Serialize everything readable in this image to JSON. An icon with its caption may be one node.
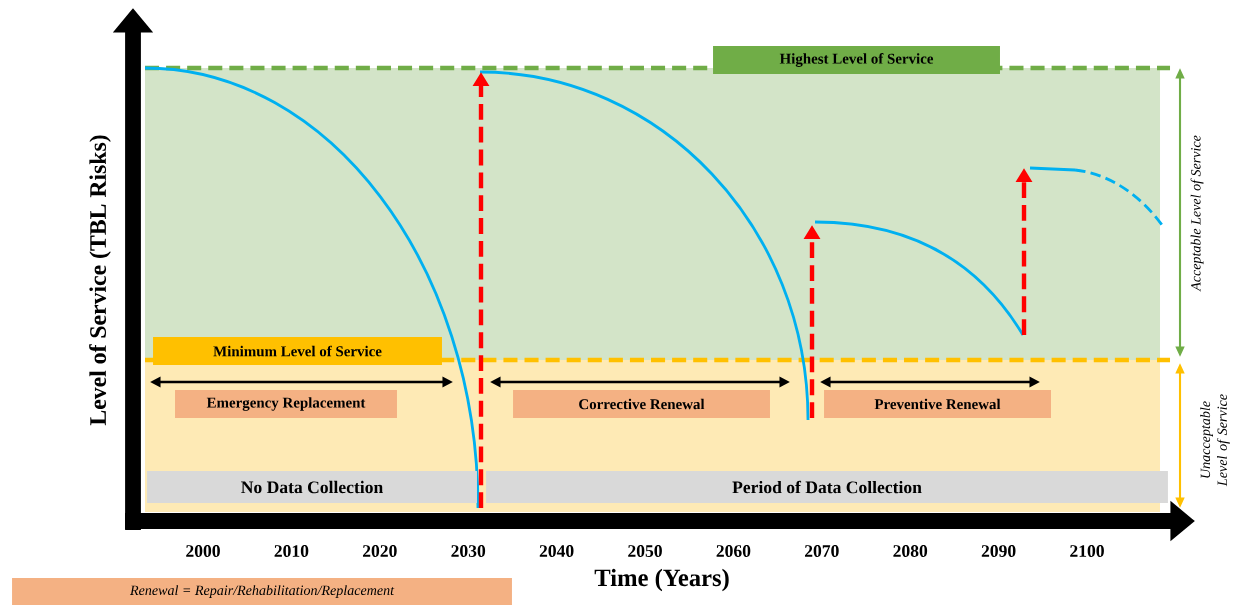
{
  "diagram": {
    "nodes": [
      {
        "text": [
          "Highest Level of Service"
        ]
      },
      {
        "text": [
          "Minimum Level of Service"
        ]
      },
      {
        "text": [
          "Emergency Replacement"
        ]
      },
      {
        "text": [
          "Corrective Renewal"
        ]
      },
      {
        "text": [
          "Preventive Renewal"
        ]
      },
      {
        "text": [
          "No Data Collection"
        ]
      },
      {
        "text": [
          "Period of Data Collection"
        ]
      },
      {
        "text": [
          "Renewal = Repair/Rehabilitation/Replacement"
        ]
      }
    ],
    "labels": [
      "Level of Service (TBL Risks)",
      "Acceptable Level of Service",
      "Unacceptable Level of Service",
      "2000",
      "2010",
      "2020",
      "2030",
      "2040",
      "2050",
      "2060",
      "2070",
      "2080",
      "2090",
      "2100",
      "Time (Years)"
    ]
  }
}
